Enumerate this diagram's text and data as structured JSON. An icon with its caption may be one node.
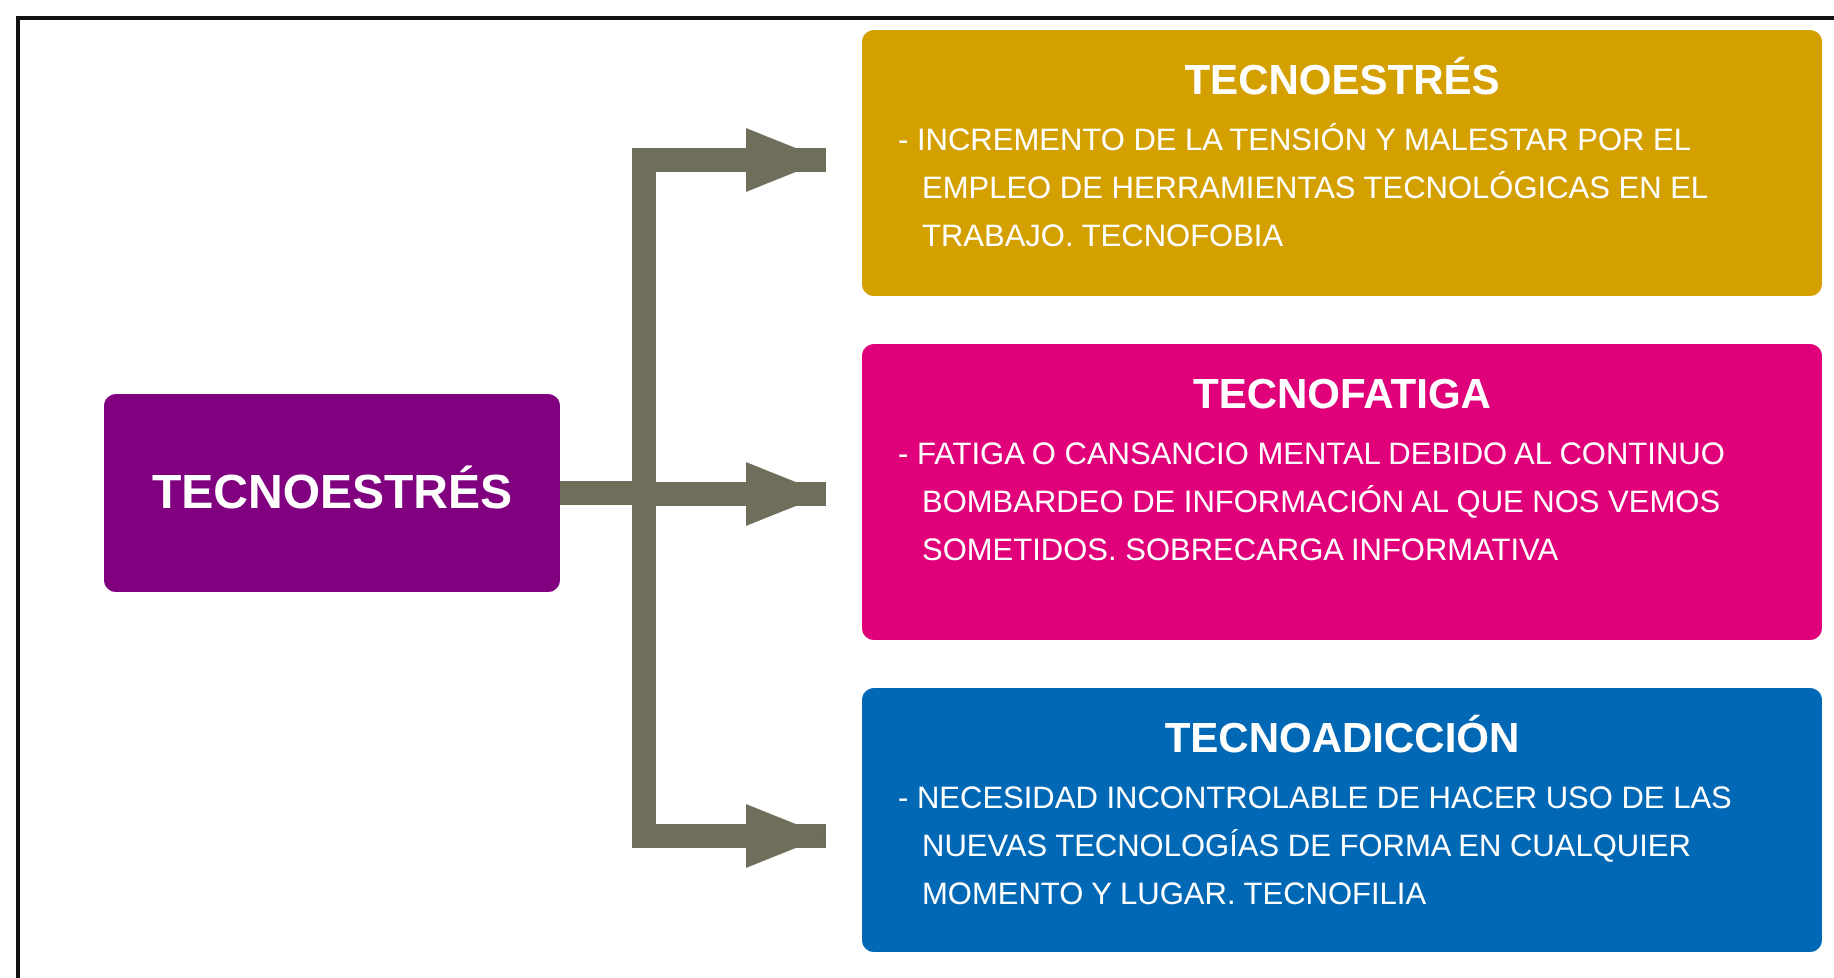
{
  "diagram": {
    "nodes": [
      {
        "text": [
          "TECNOESTRÉS"
        ]
      },
      {
        "text": [
          "TECNOESTRÉS",
          "- INCREMENTO DE LA TENSIÓN Y MALESTAR POR EL EMPLEO DE HERRAMIENTAS TECNOLÓGICAS EN EL TRABAJO. TECNOFOBIA"
        ]
      },
      {
        "text": [
          "TECNOFATIGA",
          "- FATIGA O CANSANCIO MENTAL DEBIDO AL CONTINUO BOMBARDEO DE INFORMACIÓN AL QUE NOS VEMOS SOMETIDOS. SOBRECARGA INFORMATIVA"
        ]
      },
      {
        "text": [
          "TECNOADICCIÓN",
          "- NECESIDAD INCONTROLABLE DE HACER USO DE LAS NUEVAS TECNOLOGÍAS DE FORMA EN CUALQUIER MOMENTO Y LUGAR. TECNOFILIA"
        ]
      }
    ],
    "edges": [
      {
        "from": 0,
        "to": 1,
        "arrow": "to"
      },
      {
        "from": 0,
        "to": 2,
        "arrow": "to"
      },
      {
        "from": 0,
        "to": 3,
        "arrow": "to"
      }
    ]
  }
}
